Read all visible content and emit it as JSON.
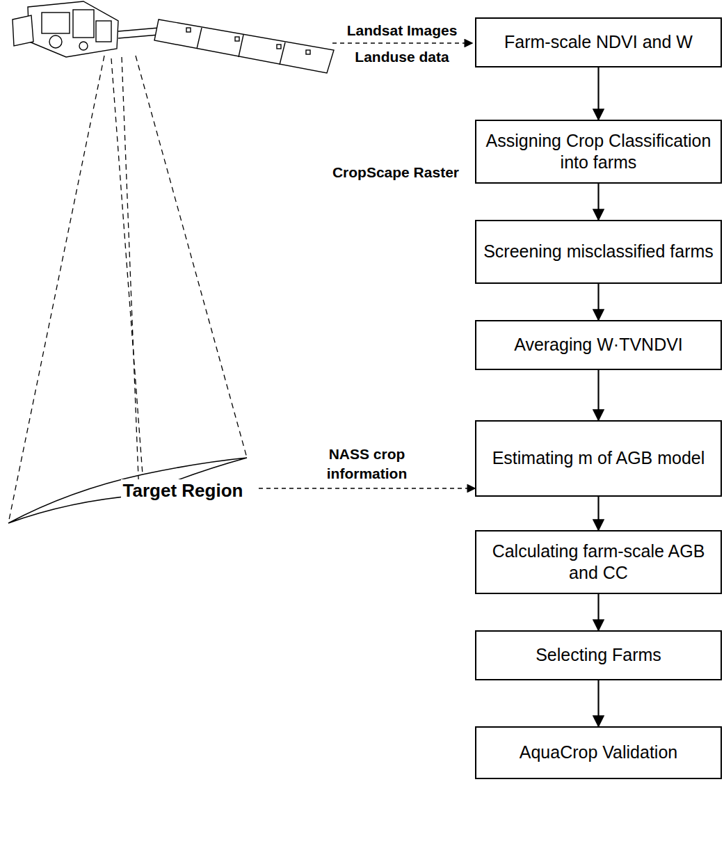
{
  "diagram": {
    "nodes": [
      {
        "text": [
          "Farm-scale NDVI and W"
        ]
      },
      {
        "text": [
          "Assigning Crop Classification into farms"
        ]
      },
      {
        "text": [
          "Screening misclassified farms"
        ]
      },
      {
        "text": [
          "Averaging W·TVNDVI"
        ]
      },
      {
        "text": [
          "Estimating m of AGB model"
        ]
      },
      {
        "text": [
          "Calculating farm-scale AGB and CC"
        ]
      },
      {
        "text": [
          "Selecting Farms"
        ]
      },
      {
        "text": [
          "AquaCrop Validation"
        ]
      },
      {
        "text": [
          "Target Region"
        ]
      }
    ],
    "edges": [
      {
        "from": 0,
        "to": 1,
        "arrow": "to"
      },
      {
        "from": 1,
        "to": 2,
        "arrow": "to"
      },
      {
        "from": 2,
        "to": 3,
        "arrow": "to"
      },
      {
        "from": 3,
        "to": 4,
        "arrow": "to"
      },
      {
        "from": 4,
        "to": 5,
        "arrow": "to"
      },
      {
        "from": 5,
        "to": 6,
        "arrow": "to"
      },
      {
        "from": 6,
        "to": 7,
        "arrow": "to"
      },
      {
        "from": 8,
        "to": 4,
        "label": "NASS crop information",
        "arrow": "to"
      }
    ],
    "labels": [
      "Landsat Images",
      "Landuse data",
      "CropScape Raster"
    ]
  }
}
